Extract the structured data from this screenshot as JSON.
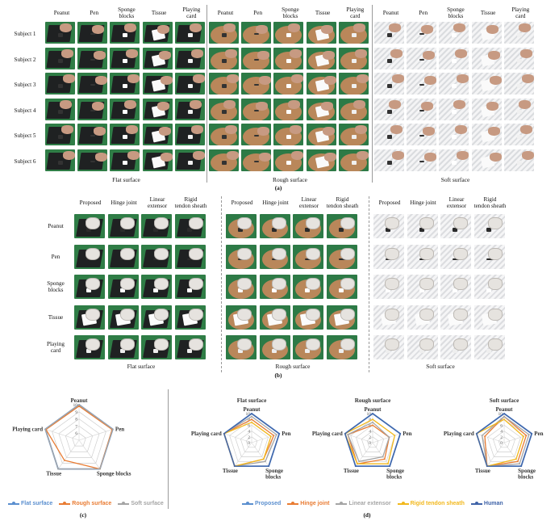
{
  "panel_a": {
    "object_labels": [
      "Peanut",
      "Pen",
      "Sponge\nblocks",
      "Tissue",
      "Playing\ncard"
    ],
    "subjects": [
      "Subject 1",
      "Subject 2",
      "Subject 3",
      "Subject 4",
      "Subject 5",
      "Subject 6"
    ],
    "surfaces": [
      "Flat surface",
      "Rough surface",
      "Soft surface"
    ],
    "caption": "(a)"
  },
  "panel_b": {
    "method_labels": [
      "Proposed",
      "Hinge joint",
      "Linear\nextensor",
      "Rigid\ntendon sheath"
    ],
    "objects": [
      "Peanut",
      "Pen",
      "Sponge\nblocks",
      "Tissue",
      "Playing\ncard"
    ],
    "surfaces": [
      "Flat surface",
      "Rough surface",
      "Soft surface"
    ],
    "caption": "(b)"
  },
  "colors": {
    "flat_bg": "#2f7d46",
    "flat_pad": "#1f2122",
    "rough_bg": "#2d7a46",
    "rough_disc": "#b9875a",
    "soft_bg": "#e7e8ea",
    "hand_human": "#c79a82",
    "hand_robot": "#e6e3df",
    "blue": "#5b8fcf",
    "orange": "#e97c33",
    "gray": "#a5a5a5",
    "yellow": "#f2b81d",
    "darkblue": "#3f63a8"
  },
  "chart_data": [
    {
      "type": "radar",
      "panel": "(c)",
      "title": "",
      "axes": [
        "Peanut",
        "Pen",
        "Sponge blocks",
        "Tissue",
        "Playing card"
      ],
      "rticks": [
        6,
        7,
        8,
        9,
        10
      ],
      "rlim": [
        5,
        10
      ],
      "series": [
        {
          "name": "Flat surface",
          "color": "#5b8fcf",
          "values": [
            10,
            10,
            10,
            10,
            10
          ]
        },
        {
          "name": "Rough surface",
          "color": "#e97c33",
          "values": [
            9.8,
            9.9,
            10,
            8.5,
            9.9
          ]
        },
        {
          "name": "Soft surface",
          "color": "#a5a5a5",
          "values": [
            10,
            10,
            10,
            10,
            10
          ]
        }
      ]
    },
    {
      "type": "radar",
      "panel": "(d)",
      "title": "Flat surface",
      "axes": [
        "Peanut",
        "Pen",
        "Sponge blocks",
        "Tissue",
        "Playing card"
      ],
      "rticks": [
        0,
        2,
        4,
        6,
        8,
        10
      ],
      "rlim": [
        0,
        10
      ],
      "series": [
        {
          "name": "Proposed",
          "color": "#5b8fcf",
          "values": [
            10,
            10,
            10,
            10,
            10
          ]
        },
        {
          "name": "Hinge joint",
          "color": "#e97c33",
          "values": [
            8,
            8,
            7,
            10,
            10
          ]
        },
        {
          "name": "Linear extensor",
          "color": "#a5a5a5",
          "values": [
            9,
            9,
            8,
            10,
            10
          ]
        },
        {
          "name": "Rigid tendon sheath",
          "color": "#f2b81d",
          "values": [
            7,
            7,
            7,
            10,
            10
          ]
        },
        {
          "name": "Human",
          "color": "#3f63a8",
          "values": [
            10,
            10,
            10,
            10,
            10
          ]
        }
      ]
    },
    {
      "type": "radar",
      "panel": "(d)",
      "title": "Rough surface",
      "axes": [
        "Peanut",
        "Pen",
        "Sponge blocks",
        "Tissue",
        "Playing card"
      ],
      "rticks": [
        0,
        2,
        4,
        6,
        8,
        10
      ],
      "rlim": [
        0,
        10
      ],
      "series": [
        {
          "name": "Proposed",
          "color": "#5b8fcf",
          "values": [
            10,
            10,
            10,
            10,
            10
          ]
        },
        {
          "name": "Hinge joint",
          "color": "#e97c33",
          "values": [
            6,
            6,
            7,
            9,
            9
          ]
        },
        {
          "name": "Linear extensor",
          "color": "#a5a5a5",
          "values": [
            7,
            6,
            6,
            8,
            9
          ]
        },
        {
          "name": "Rigid tendon sheath",
          "color": "#f2b81d",
          "values": [
            8,
            8,
            9,
            9,
            10
          ]
        },
        {
          "name": "Human",
          "color": "#3f63a8",
          "values": [
            10,
            10,
            10,
            10,
            10
          ]
        }
      ]
    },
    {
      "type": "radar",
      "panel": "(d)",
      "title": "Soft surface",
      "axes": [
        "Peanut",
        "Pen",
        "Sponge blocks",
        "Tissue",
        "Playing card"
      ],
      "rticks": [
        0,
        2,
        4,
        6,
        8,
        10
      ],
      "rlim": [
        0,
        10
      ],
      "series": [
        {
          "name": "Proposed",
          "color": "#5b8fcf",
          "values": [
            10,
            10,
            10,
            10,
            10
          ]
        },
        {
          "name": "Hinge joint",
          "color": "#e97c33",
          "values": [
            9,
            8,
            8,
            10,
            7
          ]
        },
        {
          "name": "Linear extensor",
          "color": "#a5a5a5",
          "values": [
            9,
            9,
            9,
            10,
            8
          ]
        },
        {
          "name": "Rigid tendon sheath",
          "color": "#f2b81d",
          "values": [
            8,
            7,
            7,
            10,
            10
          ]
        },
        {
          "name": "Human",
          "color": "#3f63a8",
          "values": [
            10,
            10,
            10,
            10,
            10
          ]
        }
      ]
    }
  ],
  "legend_c": [
    "Flat surface",
    "Rough surface",
    "Soft surface"
  ],
  "legend_d": [
    "Proposed",
    "Hinge joint",
    "Linear extensor",
    "Rigid tendon sheath",
    "Human"
  ],
  "caption_c": "(c)",
  "caption_d": "(d)"
}
